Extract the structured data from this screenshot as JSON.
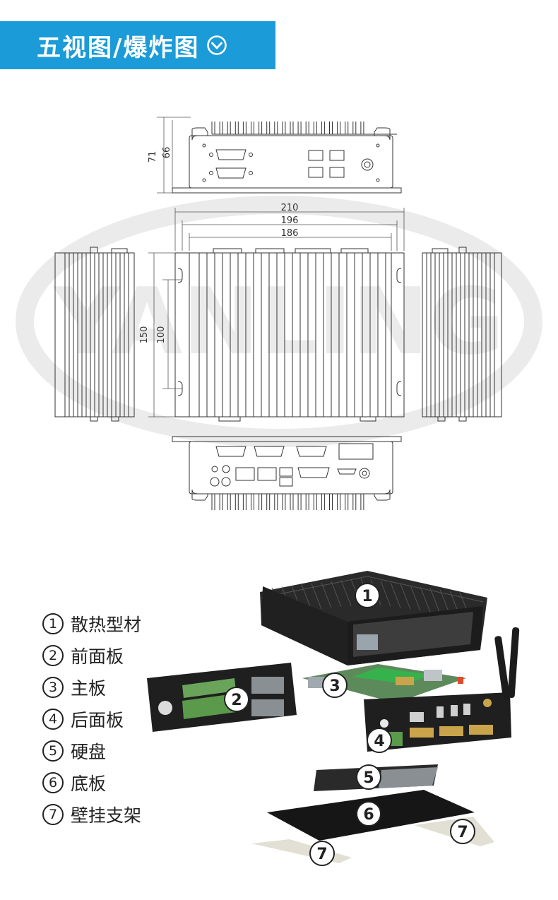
{
  "header": {
    "title": "五视图/爆炸图",
    "icon": "chevron-down-circle-icon",
    "color": "#1b9bd8"
  },
  "watermark": {
    "text": "YANLING"
  },
  "dimensions": {
    "front_height_outer": "71",
    "front_height_inner": "66",
    "width_overall": "210",
    "width_middle": "196",
    "width_inner": "186",
    "depth_overall": "150",
    "depth_inner": "100"
  },
  "legend": [
    {
      "num": "1",
      "label": "散热型材"
    },
    {
      "num": "2",
      "label": "前面板"
    },
    {
      "num": "3",
      "label": "主板"
    },
    {
      "num": "4",
      "label": "后面板"
    },
    {
      "num": "5",
      "label": "硬盘"
    },
    {
      "num": "6",
      "label": "底板"
    },
    {
      "num": "7",
      "label": "壁挂支架"
    }
  ],
  "callouts": {
    "c1": "1",
    "c2": "2",
    "c3": "3",
    "c4": "4",
    "c5": "5",
    "c6": "6",
    "c7a": "7",
    "c7b": "7"
  }
}
